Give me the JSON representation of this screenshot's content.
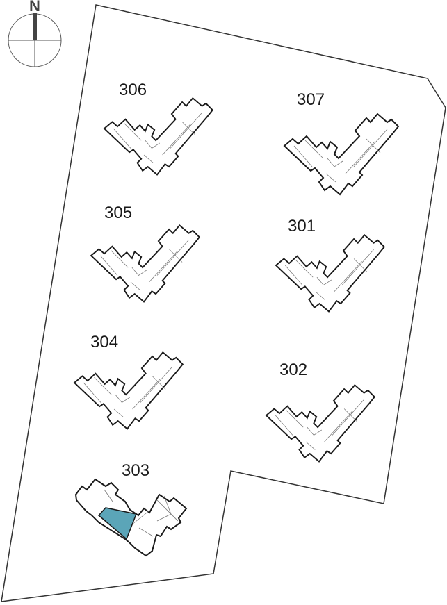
{
  "compass": {
    "north_label": "N"
  },
  "highlight_color": "#5ba5b8",
  "buildings": [
    {
      "id": "306",
      "label": "306"
    },
    {
      "id": "307",
      "label": "307"
    },
    {
      "id": "305",
      "label": "305"
    },
    {
      "id": "301",
      "label": "301"
    },
    {
      "id": "304",
      "label": "304"
    },
    {
      "id": "302",
      "label": "302"
    },
    {
      "id": "303",
      "label": "303",
      "selected_unit": true
    }
  ]
}
